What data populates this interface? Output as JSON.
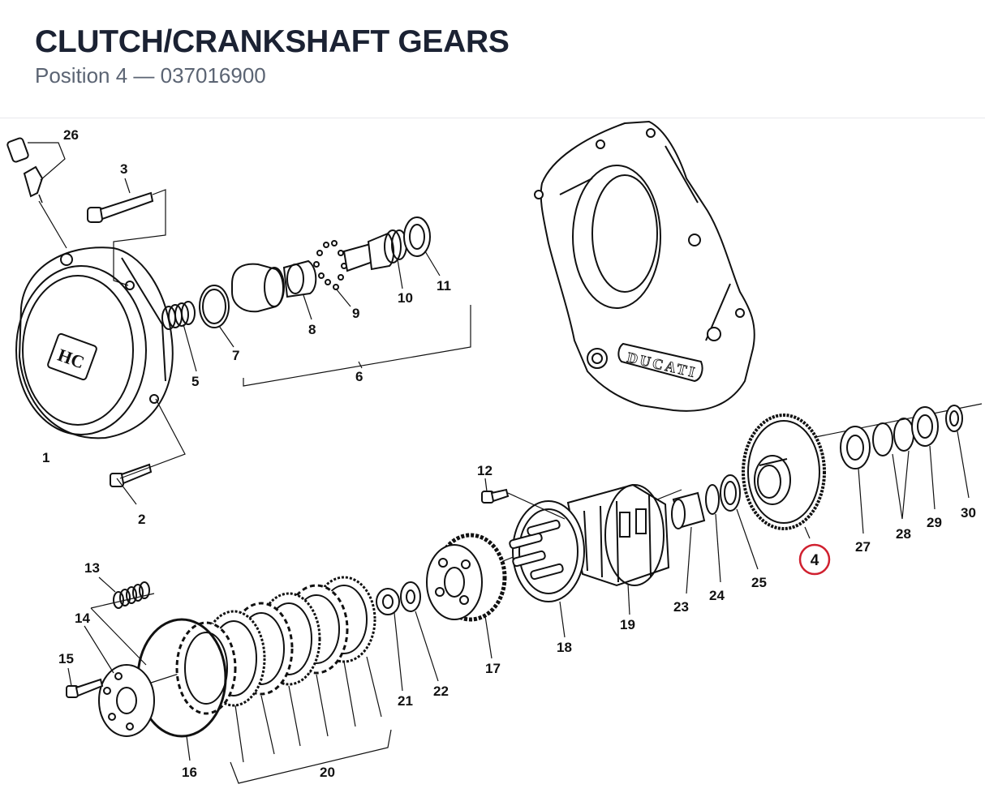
{
  "header": {
    "title": "CLUTCH/CRANKSHAFT GEARS",
    "subtitle": "Position 4 — 037016900"
  },
  "diagram": {
    "highlight_color": "#d0202f",
    "brand_text": "DUCATI",
    "highlighted_part": "4",
    "labels": {
      "p1": "1",
      "p2": "2",
      "p3": "3",
      "p4": "4",
      "p5": "5",
      "p6": "6",
      "p7": "7",
      "p8": "8",
      "p9": "9",
      "p10": "10",
      "p11": "11",
      "p12": "12",
      "p13": "13",
      "p14": "14",
      "p15": "15",
      "p16": "16",
      "p17": "17",
      "p18": "18",
      "p19": "19",
      "p20": "20",
      "p21": "21",
      "p22": "22",
      "p23": "23",
      "p24": "24",
      "p25": "25",
      "p26": "26",
      "p27": "27",
      "p28": "28",
      "p29": "29",
      "p30": "30"
    }
  }
}
